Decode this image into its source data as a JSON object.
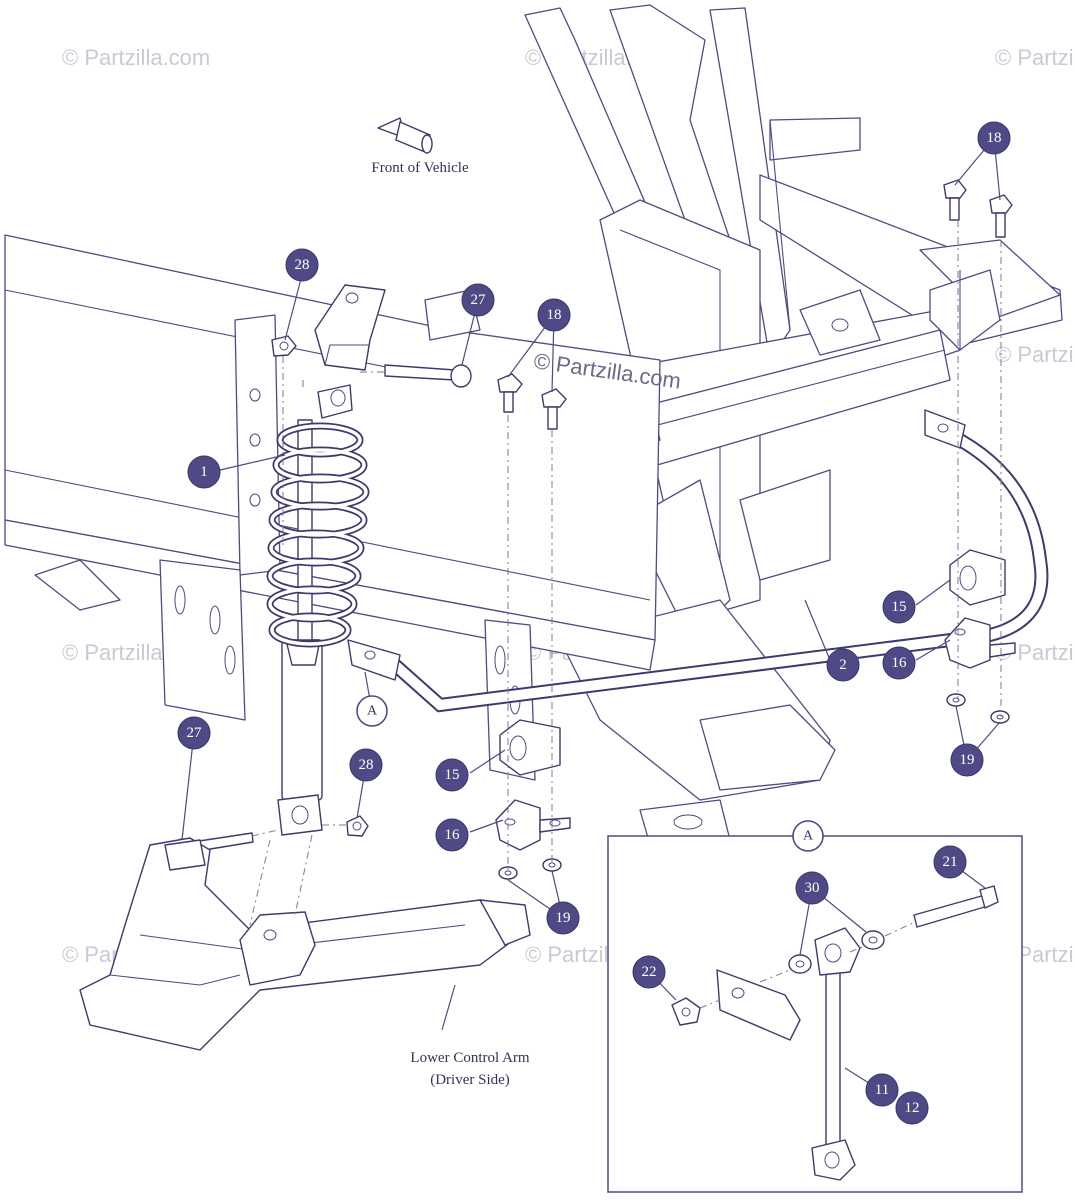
{
  "watermark": {
    "faint": "© Partzilla.com",
    "center": "© Partzilla.com"
  },
  "labels": {
    "front_of_vehicle": "Front of Vehicle",
    "lower_control_arm_line1": "Lower Control Arm",
    "lower_control_arm_line2": "(Driver Side)"
  },
  "detail_view": {
    "letter": "A"
  },
  "callouts": {
    "c1": "1",
    "c2": "2",
    "c11": "11",
    "c12": "12",
    "c15a": "15",
    "c15b": "15",
    "c16a": "16",
    "c16b": "16",
    "c18a": "18",
    "c18b": "18",
    "c19a": "19",
    "c19b": "19",
    "c21": "21",
    "c22": "22",
    "c27a": "27",
    "c27b": "27",
    "c28a": "28",
    "c28b": "28",
    "c30": "30",
    "cA": "A"
  },
  "colors": {
    "callout_fill": "#4f4a86",
    "line": "#4f4a86",
    "watermark": "#c9c9d4"
  }
}
